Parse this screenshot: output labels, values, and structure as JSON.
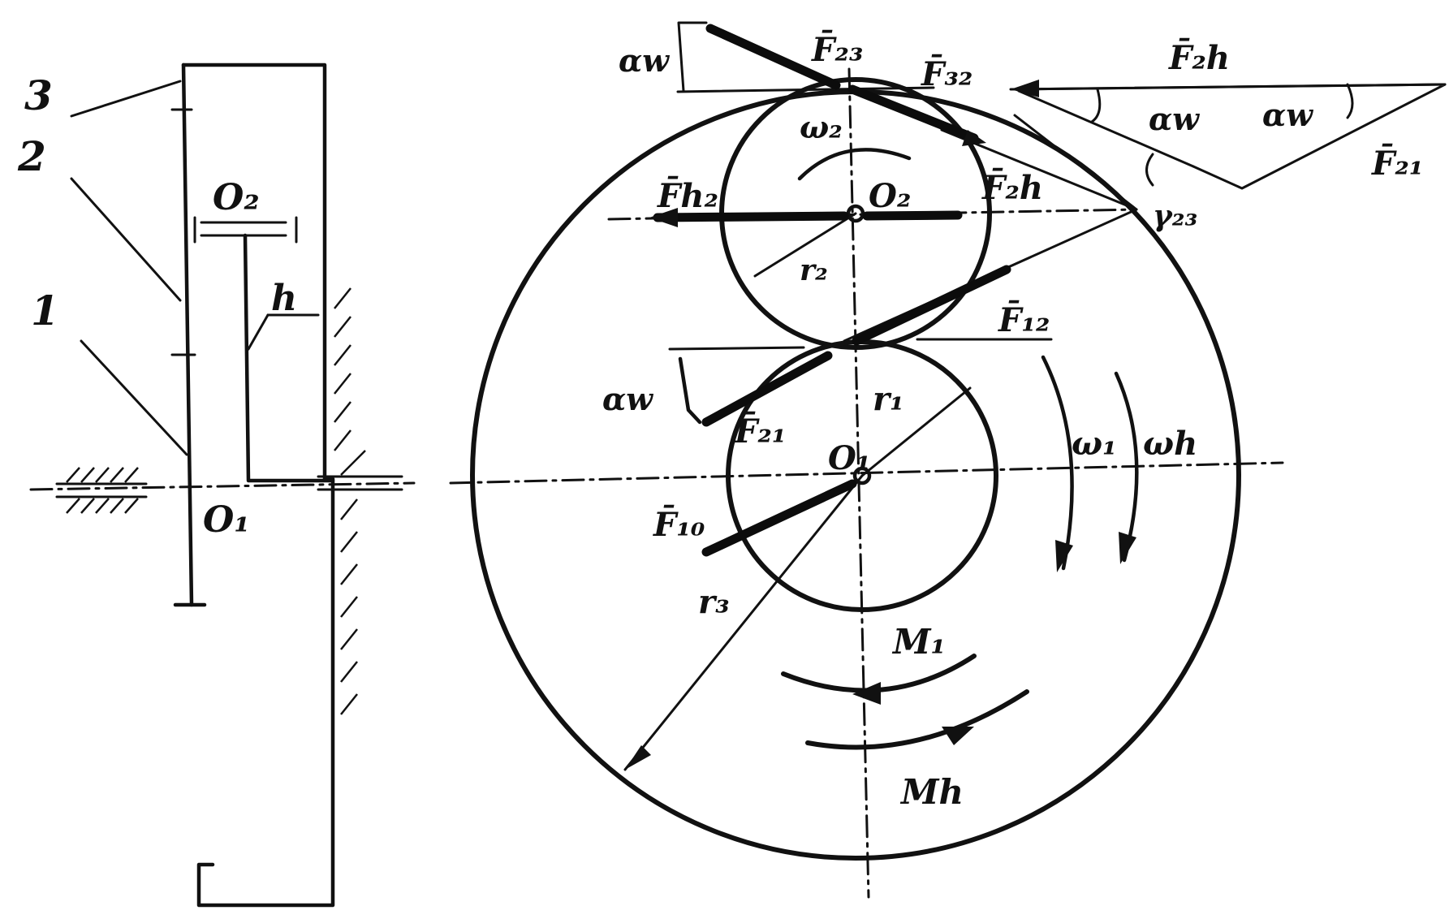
{
  "scheme": {
    "link_1": "1",
    "link_2": "2",
    "link_3": "3",
    "axis_o1": "O₁",
    "axis_o2": "O₂",
    "carrier_h": "h"
  },
  "plan": {
    "F23": "F̄₂₃",
    "F32": "F̄₃₂",
    "F2h": "F̄₂h",
    "F21_top": "F̄₂₁",
    "Fh2": "F̄h₂",
    "Fh2_right": "F̄₂h",
    "F12": "F̄₁₂",
    "F21": "F̄₂₁",
    "F10": "F̄₁₀",
    "O2": "O₂",
    "O1": "O₁",
    "r1": "r₁",
    "r2": "r₂",
    "r3": "r₃",
    "omega1": "ω₁",
    "omega2": "ω₂",
    "omegah": "ωh",
    "M1": "M₁",
    "Mh": "Mh",
    "gamma23": "γ₂₃",
    "alpha_w": "αw"
  }
}
